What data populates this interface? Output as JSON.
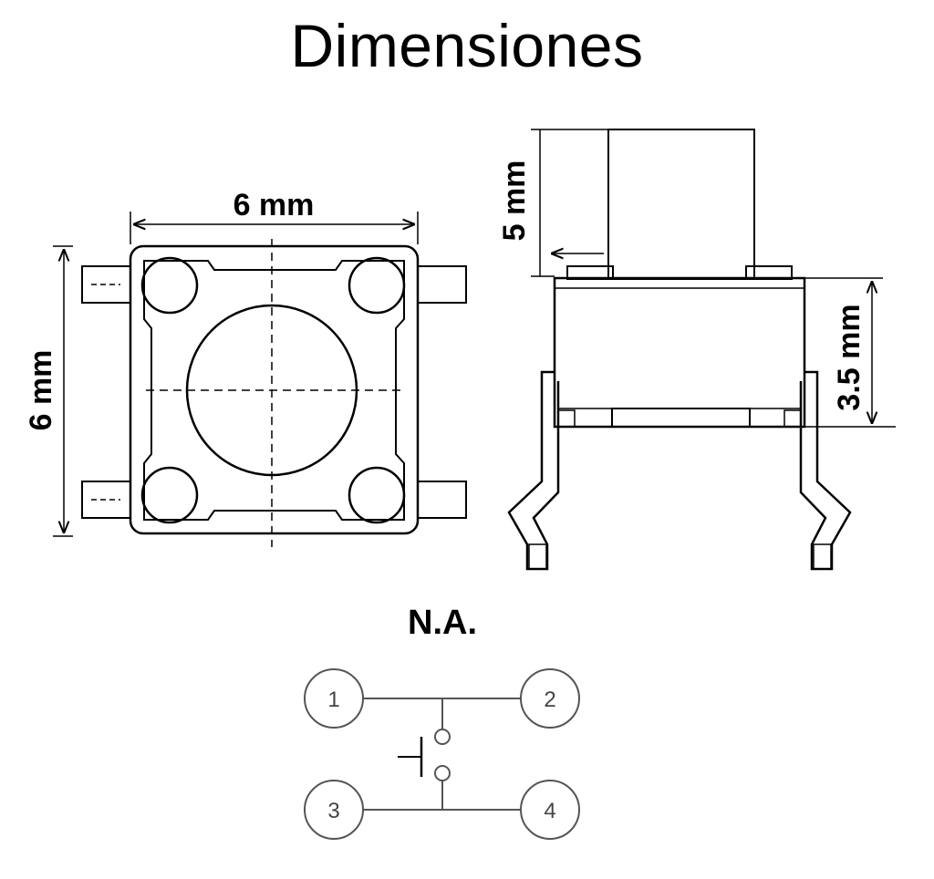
{
  "title": "Dimensiones",
  "top_view": {
    "width_label": "6 mm",
    "height_label": "6 mm"
  },
  "side_view": {
    "actuator_height_label": "5 mm",
    "body_height_label": "3.5 mm"
  },
  "schematic": {
    "title": "N.A.",
    "pins": [
      "1",
      "2",
      "3",
      "4"
    ]
  },
  "colors": {
    "line": "#000000",
    "pin_circle": "#555555",
    "background": "#ffffff"
  }
}
